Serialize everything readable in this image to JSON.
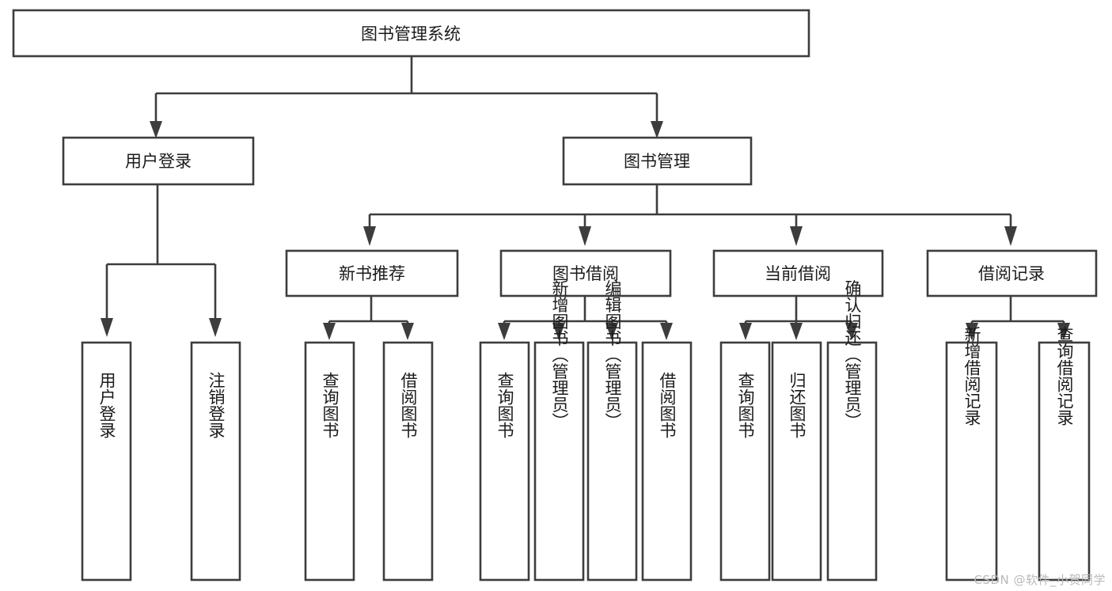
{
  "diagram": {
    "title": "图书管理系统",
    "type": "tree-hierarchy",
    "root": {
      "label": "图书管理系统"
    },
    "level2": [
      {
        "id": "user-login",
        "label": "用户登录"
      },
      {
        "id": "book-manage",
        "label": "图书管理"
      }
    ],
    "level3": [
      {
        "id": "new-book-rec",
        "label": "新书推荐",
        "parent": "book-manage"
      },
      {
        "id": "book-borrow",
        "label": "图书借阅",
        "parent": "book-manage"
      },
      {
        "id": "current-borrow",
        "label": "当前借阅",
        "parent": "book-manage"
      },
      {
        "id": "borrow-record",
        "label": "借阅记录",
        "parent": "book-manage"
      }
    ],
    "leaves": [
      {
        "id": "leaf-user-login",
        "label": "用户登录",
        "parent": "user-login"
      },
      {
        "id": "leaf-logout",
        "label": "注销登录",
        "parent": "user-login"
      },
      {
        "id": "leaf-query-book-1",
        "label": "查询图书",
        "parent": "new-book-rec"
      },
      {
        "id": "leaf-borrow-book-1",
        "label": "借阅图书",
        "parent": "new-book-rec"
      },
      {
        "id": "leaf-query-book-2",
        "label": "查询图书",
        "parent": "book-borrow"
      },
      {
        "id": "leaf-add-book",
        "label": "新增图书（管理员）",
        "parent": "book-borrow"
      },
      {
        "id": "leaf-edit-book",
        "label": "编辑图书（管理员）",
        "parent": "book-borrow"
      },
      {
        "id": "leaf-borrow-book-2",
        "label": "借阅图书",
        "parent": "book-borrow"
      },
      {
        "id": "leaf-query-book-3",
        "label": "查询图书",
        "parent": "current-borrow"
      },
      {
        "id": "leaf-return-book",
        "label": "归还图书",
        "parent": "current-borrow"
      },
      {
        "id": "leaf-confirm-return",
        "label": "确认归还（管理员）",
        "parent": "current-borrow"
      },
      {
        "id": "leaf-add-record",
        "label": "新增借阅记录",
        "parent": "borrow-record"
      },
      {
        "id": "leaf-query-record",
        "label": "查询借阅记录",
        "parent": "borrow-record"
      }
    ]
  },
  "watermark": {
    "text": "CSDN @软件_小贺同学"
  },
  "colors": {
    "box_stroke": "#3d3d3d",
    "box_fill": "#ffffff",
    "text": "#1b1b1b",
    "background": "#ffffff",
    "watermark": "#b9b9b9"
  }
}
